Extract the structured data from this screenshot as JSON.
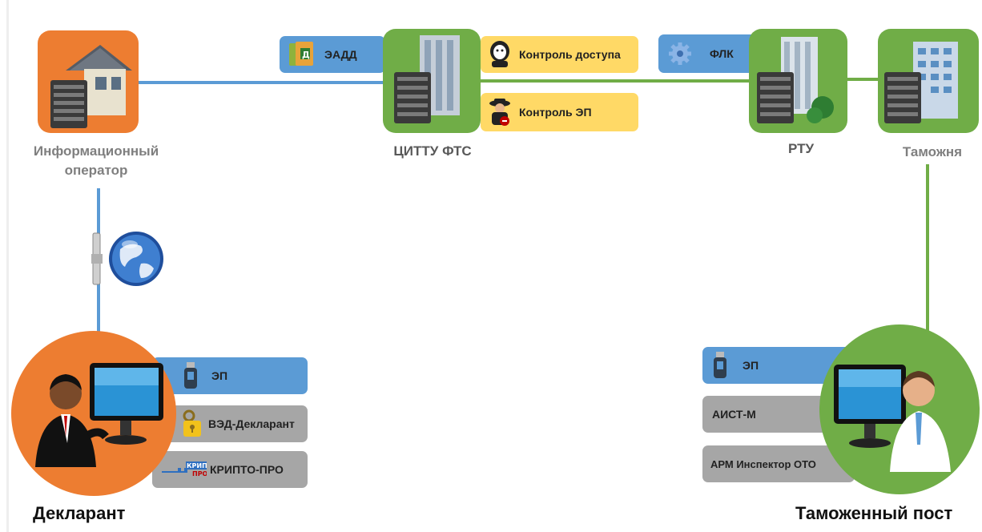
{
  "nodes": {
    "info_operator": {
      "label": "Информационный оператор"
    },
    "cittu": {
      "label": "ЦИТТУ ФТС"
    },
    "rtu": {
      "label": "РТУ"
    },
    "customs": {
      "label": "Таможня"
    },
    "declarant": {
      "label": "Декларант"
    },
    "customs_post": {
      "label": "Таможенный пост"
    }
  },
  "tags": {
    "eadd": "ЭАДД",
    "access_control": "Контроль доступа",
    "ep_control": "Контроль ЭП",
    "flk": "ФЛК"
  },
  "declarant_panel": [
    "ЭП",
    "ВЭД-Декларант",
    "КРИПТО-ПРО"
  ],
  "declarant_crypto_logo": [
    "КРИПТО",
    "ПРО"
  ],
  "post_panel": [
    "ЭП",
    "АИСТ-М",
    "АРМ Инспектор ОТО"
  ],
  "colors": {
    "orange": "#ed7d31",
    "green": "#70ad47",
    "blue": "#5b9bd5",
    "yellow": "#ffd966",
    "gray": "#a6a6a6"
  }
}
